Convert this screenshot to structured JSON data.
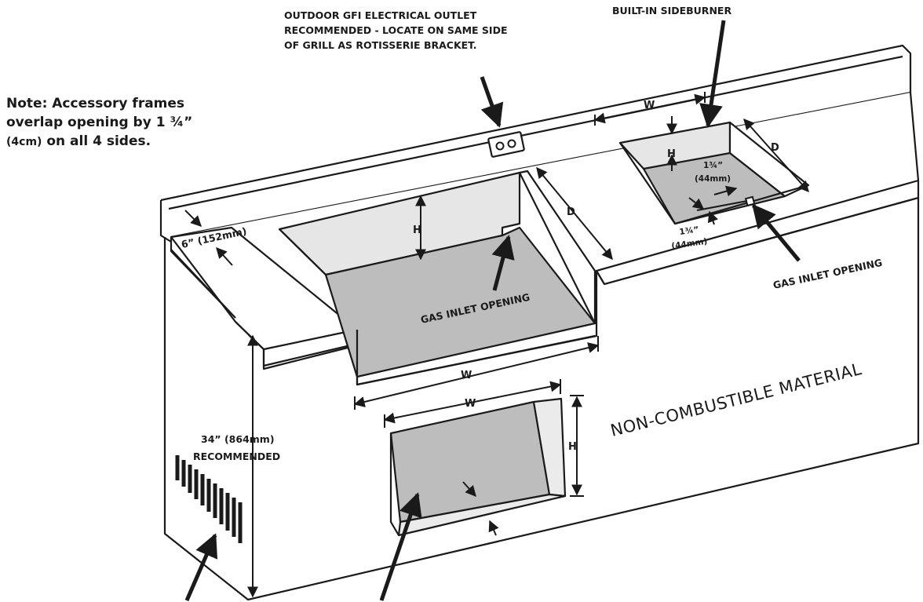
{
  "note": {
    "line1": "Note: Accessory frames",
    "line2": "overlap opening by 1 ¾”",
    "line3_unit": "(4cm)",
    "line3_rest": " on all 4 sides."
  },
  "outlet_callout": {
    "line1": "OUTDOOR GFI ELECTRICAL OUTLET",
    "line2": "RECOMMENDED - LOCATE ON SAME SIDE",
    "line3": "OF GRILL AS ROTISSERIE BRACKET."
  },
  "sideburner_label": "BUILT-IN SIDEBURNER",
  "grill_cutout": {
    "width_label": "W",
    "height_label": "H",
    "depth_label": "D",
    "gas_inlet_label": "GAS INLET OPENING"
  },
  "sideburner_cutout": {
    "width_label": "W",
    "height_label": "H",
    "depth_label": "D",
    "inset_top": "1¾”",
    "inset_top_mm": "(44mm)",
    "inset_bottom": "1¾”",
    "inset_bottom_mm": "(44mm)",
    "gas_inlet_label": "GAS INLET OPENING"
  },
  "backsplash_label": "6” (152mm)",
  "counter_height": {
    "line1": "34” (864mm)",
    "line2": "RECOMMENDED"
  },
  "door_cutout": {
    "width_label": "W",
    "height_label": "H"
  },
  "material_label": "NON-COMBUSTIBLE MATERIAL",
  "colors": {
    "outline": "#1a1a1a",
    "cutout_floor": "#bdbdbd",
    "cutout_wall": "#e6e6e6",
    "surface": "#ffffff"
  }
}
